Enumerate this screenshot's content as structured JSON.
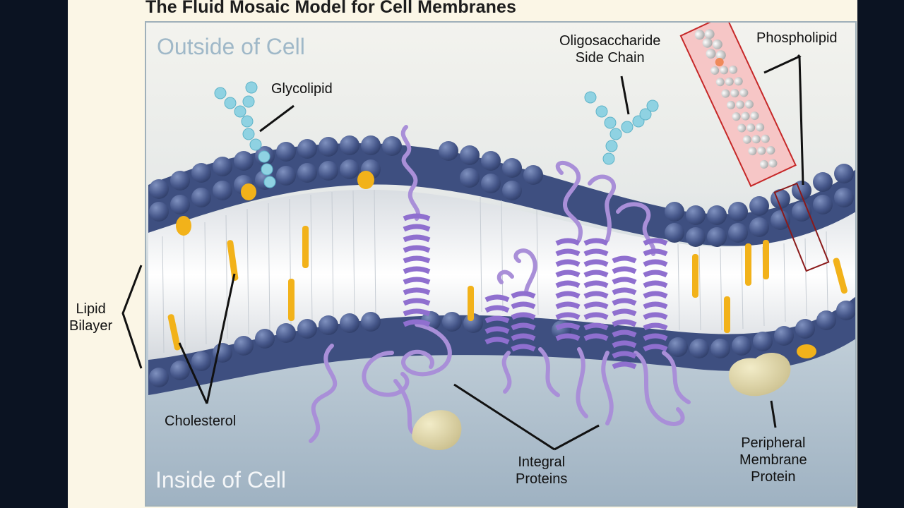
{
  "title": "The Fluid Mosaic Model for Cell Membranes",
  "regions": {
    "outside": "Outside of Cell",
    "inside": "Inside of Cell"
  },
  "labels": {
    "glycolipid": "Glycolipid",
    "oligosaccharide_line1": "Oligosaccharide",
    "oligosaccharide_line2": "Side Chain",
    "phospholipid": "Phospholipid",
    "lipid_bilayer_line1": "Lipid",
    "lipid_bilayer_line2": "Bilayer",
    "cholesterol": "Cholesterol",
    "integral_line1": "Integral",
    "integral_line2": "Proteins",
    "peripheral_line1": "Peripheral",
    "peripheral_line2": "Membrane",
    "peripheral_line3": "Protein"
  },
  "colors": {
    "background": "#0c1220",
    "slide": "#fbf6e6",
    "head_group": "#3e4f80",
    "cholesterol": "#f2b21a",
    "protein": "#a98fd8",
    "sugar": "#8fd2e2",
    "highlight_box": "#c62828"
  }
}
